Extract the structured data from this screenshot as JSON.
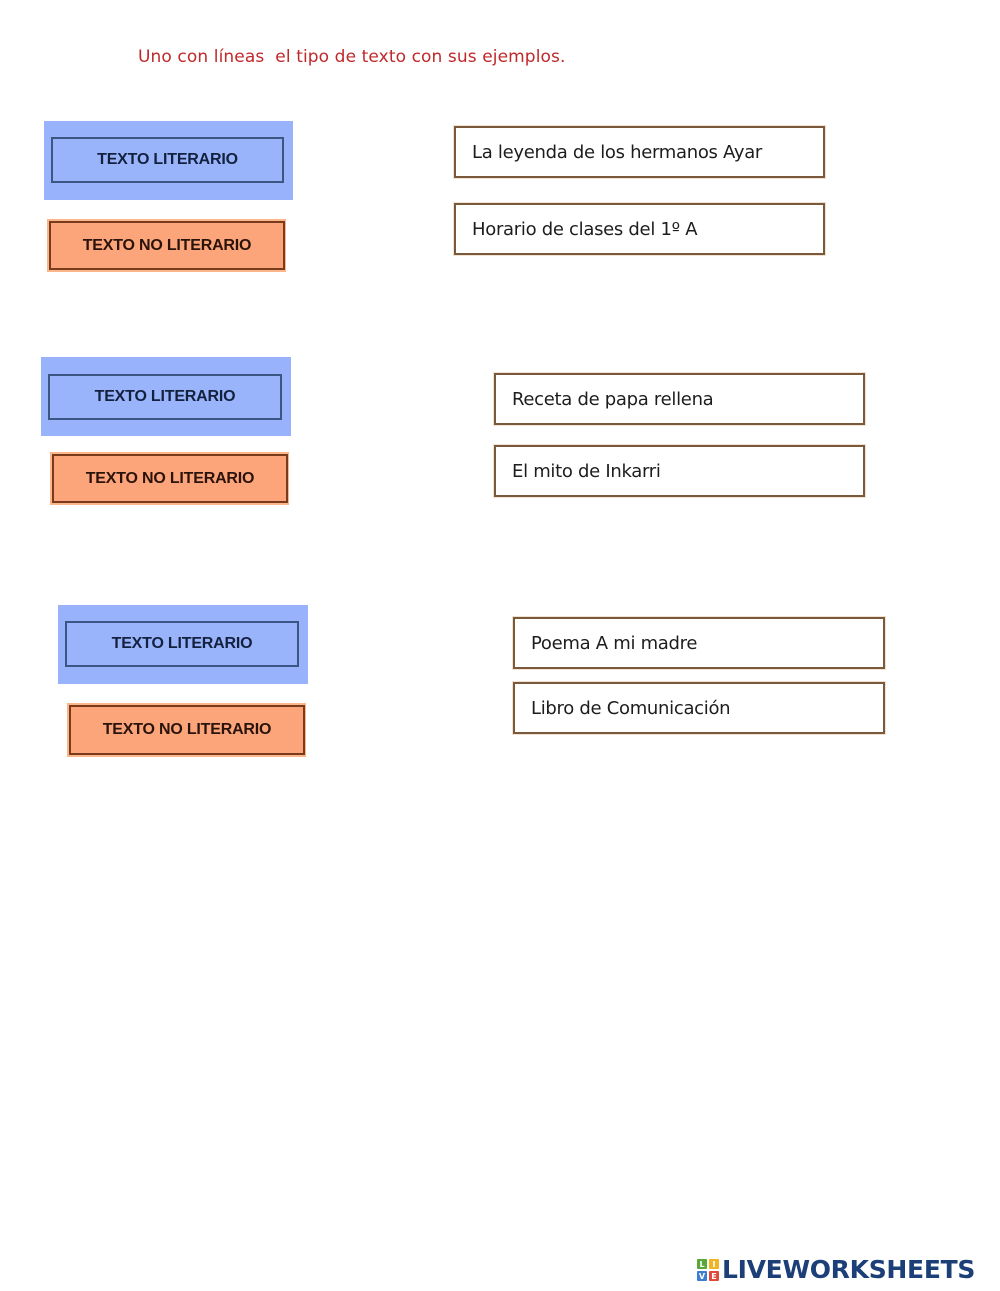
{
  "instruction": "Uno con líneas  el tipo de texto con sus ejemplos.",
  "colors": {
    "instruction_text": "#c0282a",
    "literario_fill": "#98b3fb",
    "literario_border": "#3c5684",
    "no_literario_fill": "#fca47a",
    "no_literario_border": "#7a3a1c",
    "example_border": "#7b5a3c",
    "brand_text": "#1d3f77"
  },
  "groups": [
    {
      "categories": {
        "literario": "TEXTO LITERARIO",
        "no_literario": "TEXTO NO LITERARIO"
      },
      "examples": [
        "La leyenda de los hermanos Ayar",
        "Horario de clases del 1º A"
      ]
    },
    {
      "categories": {
        "literario": "TEXTO LITERARIO",
        "no_literario": "TEXTO NO LITERARIO"
      },
      "examples": [
        "Receta de papa rellena",
        "El mito de Inkarri"
      ]
    },
    {
      "categories": {
        "literario": "TEXTO LITERARIO",
        "no_literario": "TEXTO NO LITERARIO"
      },
      "examples": [
        "Poema A mi madre",
        "Libro de Comunicación"
      ]
    }
  ],
  "footer": {
    "logo_icon": "live-tiles-icon",
    "logo_tiles": [
      "L",
      "I",
      "V",
      "E"
    ],
    "brand": "LIVEWORKSHEETS"
  }
}
